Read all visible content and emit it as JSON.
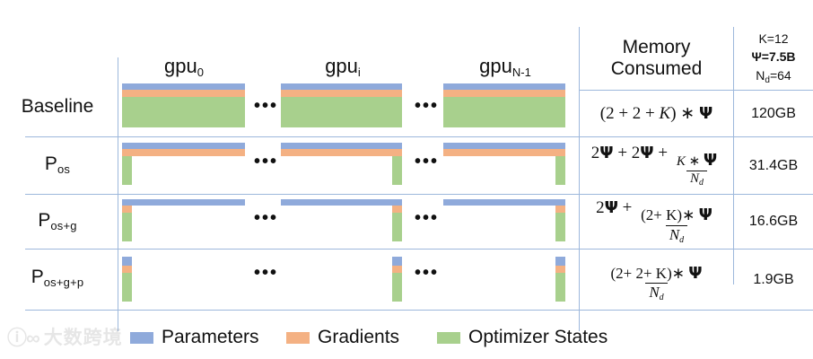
{
  "figure": {
    "columns": {
      "gpus": [
        {
          "id": "gpu0",
          "label": "gpu",
          "sub": "0"
        },
        {
          "id": "gpui",
          "label": "gpu",
          "sub": "i"
        },
        {
          "id": "gpuN",
          "label": "gpu",
          "sub": "N-1"
        }
      ],
      "ellipsis": "•••",
      "memory_header_line1": "Memory",
      "memory_header_line2": "Consumed",
      "params_header": [
        "K=12",
        "Ψ=7.5B",
        "N",
        "=64"
      ],
      "params_header_sub": "d"
    },
    "rows": [
      {
        "id": "baseline",
        "label": "Baseline",
        "sublabel": "",
        "memory_gb": "120GB"
      },
      {
        "id": "p-os",
        "label": "P",
        "sublabel": "os",
        "memory_gb": "31.4GB"
      },
      {
        "id": "p-os-g",
        "label": "P",
        "sublabel": "os+g",
        "memory_gb": "16.6GB"
      },
      {
        "id": "p-os-g-p",
        "label": "P",
        "sublabel": "os+g+p",
        "memory_gb": "1.9GB"
      }
    ],
    "formulas": {
      "baseline": {
        "lead": "(2 + 2 + ",
        "ital": "K",
        "tail": ") ∗ ",
        "psi": "Ψ"
      },
      "p_os": {
        "a": "2",
        "psi1": "Ψ",
        "plus1": " + ",
        "b": "2",
        "psi2": "Ψ",
        "plus2": " + ",
        "num_k": "K",
        "num_star": " ∗ ",
        "num_psi": "Ψ",
        "den_n": "N",
        "den_sub": "d"
      },
      "p_os_g": {
        "a": "2",
        "psi1": "Ψ",
        "plus1": " + ",
        "num": "(2+ K)∗ ",
        "num_psi": "Ψ",
        "den_n": "N",
        "den_sub": "d"
      },
      "p_os_g_p": {
        "num": "(2+ 2+ K)∗ ",
        "num_psi": "Ψ",
        "den_n": "N",
        "den_sub": "d"
      }
    },
    "legend": [
      {
        "id": "parameters",
        "label": "Parameters",
        "color": "#8FAADB"
      },
      {
        "id": "gradients",
        "label": "Gradients",
        "color": "#F4B183"
      },
      {
        "id": "optimizer-states",
        "label": "Optimizer States",
        "color": "#A8D08D"
      }
    ],
    "watermark": {
      "glyph": "ⓘ∞",
      "text": "大数跨境"
    },
    "colors": {
      "parameters": "#8FAADB",
      "gradients": "#F4B183",
      "optimizer_states": "#A8D08D",
      "gridline": "#9DB8DC",
      "background": "#FFFFFF"
    }
  },
  "chart_data": {
    "type": "bar",
    "title": "ZeRO memory partitioning across data-parallel GPUs",
    "categories": [
      "Baseline",
      "P_os",
      "P_os+g",
      "P_os+g+p"
    ],
    "series": [
      {
        "name": "Parameters",
        "color": "#8FAADB"
      },
      {
        "name": "Gradients",
        "color": "#F4B183"
      },
      {
        "name": "Optimizer States",
        "color": "#A8D08D"
      }
    ],
    "memory_consumed_formula": [
      "(2 + 2 + K) * Ψ",
      "2Ψ + 2Ψ + (K*Ψ)/N_d",
      "2Ψ + ((2+K)*Ψ)/N_d",
      "((2+2+K)*Ψ)/N_d"
    ],
    "memory_consumed_gb": [
      120,
      31.4,
      16.6,
      1.9
    ],
    "constants": {
      "K": 12,
      "Psi": "7.5B",
      "N_d": 64
    },
    "xlabel": "gpu_0 ... gpu_i ... gpu_N-1",
    "ylabel": "Memory Consumed",
    "legend_position": "bottom"
  }
}
